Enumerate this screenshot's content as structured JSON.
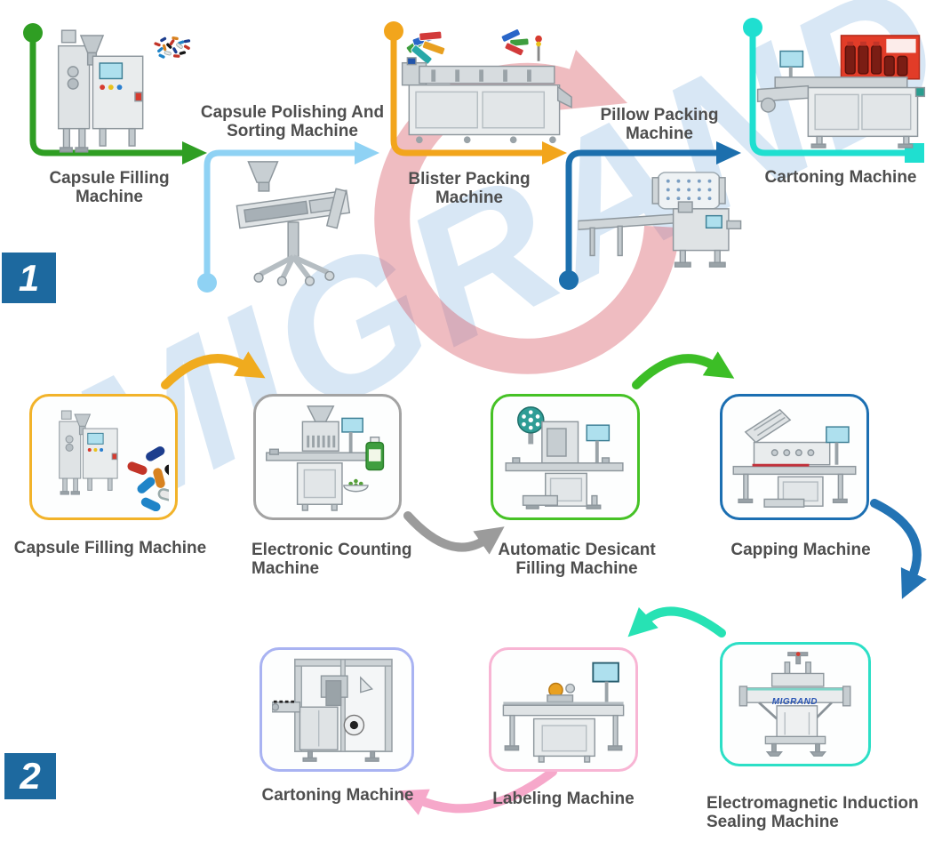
{
  "watermark": {
    "text": "MIGRAND"
  },
  "sections": [
    {
      "number": "1",
      "steps": [
        {
          "label": "Capsule Filling\nMachine"
        },
        {
          "label": "Capsule Polishing And\nSorting Machine"
        },
        {
          "label": "Blister Packing\nMachine"
        },
        {
          "label": "Pillow Packing\nMachine"
        },
        {
          "label": "Cartoning Machine"
        }
      ]
    },
    {
      "number": "2",
      "steps": [
        {
          "label": "Capsule Filling Machine"
        },
        {
          "label": "Electronic Counting\nMachine"
        },
        {
          "label": "Automatic Desicant\nFilling Machine"
        },
        {
          "label": "Capping Machine"
        },
        {
          "label": "Electromagnetic Induction\nSealing Machine"
        },
        {
          "label": "Labeling Machine"
        },
        {
          "label": "Cartoning Machine"
        }
      ]
    }
  ],
  "colors": {
    "badge_blue": "#1d699f",
    "label_text": "#4e4e4e",
    "flow1_green": "#2f9e23",
    "flow1_skyblue": "#8fd2f4",
    "flow1_orange": "#f2a51c",
    "flow1_steelblue": "#1c6fad",
    "flow1_cyan": "#1fdfd0",
    "box_yellow": "#f2b32a",
    "box_gray": "#a3a3a3",
    "box_green": "#46c226",
    "box_blue": "#1c6fb2",
    "box_mint": "#2cdfc6",
    "box_periwinkle": "#a9b3f2",
    "box_pink": "#f8b5d4",
    "arrow_orange": "#f0ab1e",
    "arrow_gray": "#9b9b9b",
    "arrow_green": "#3cbe26",
    "arrow_blue": "#2273b4",
    "arrow_teal": "#27e2b4",
    "arrow_pink": "#f6a8ca",
    "watermark_blue": "rgba(142,184,226,0.34)",
    "watermark_red": "rgba(214,80,92,0.38)"
  }
}
